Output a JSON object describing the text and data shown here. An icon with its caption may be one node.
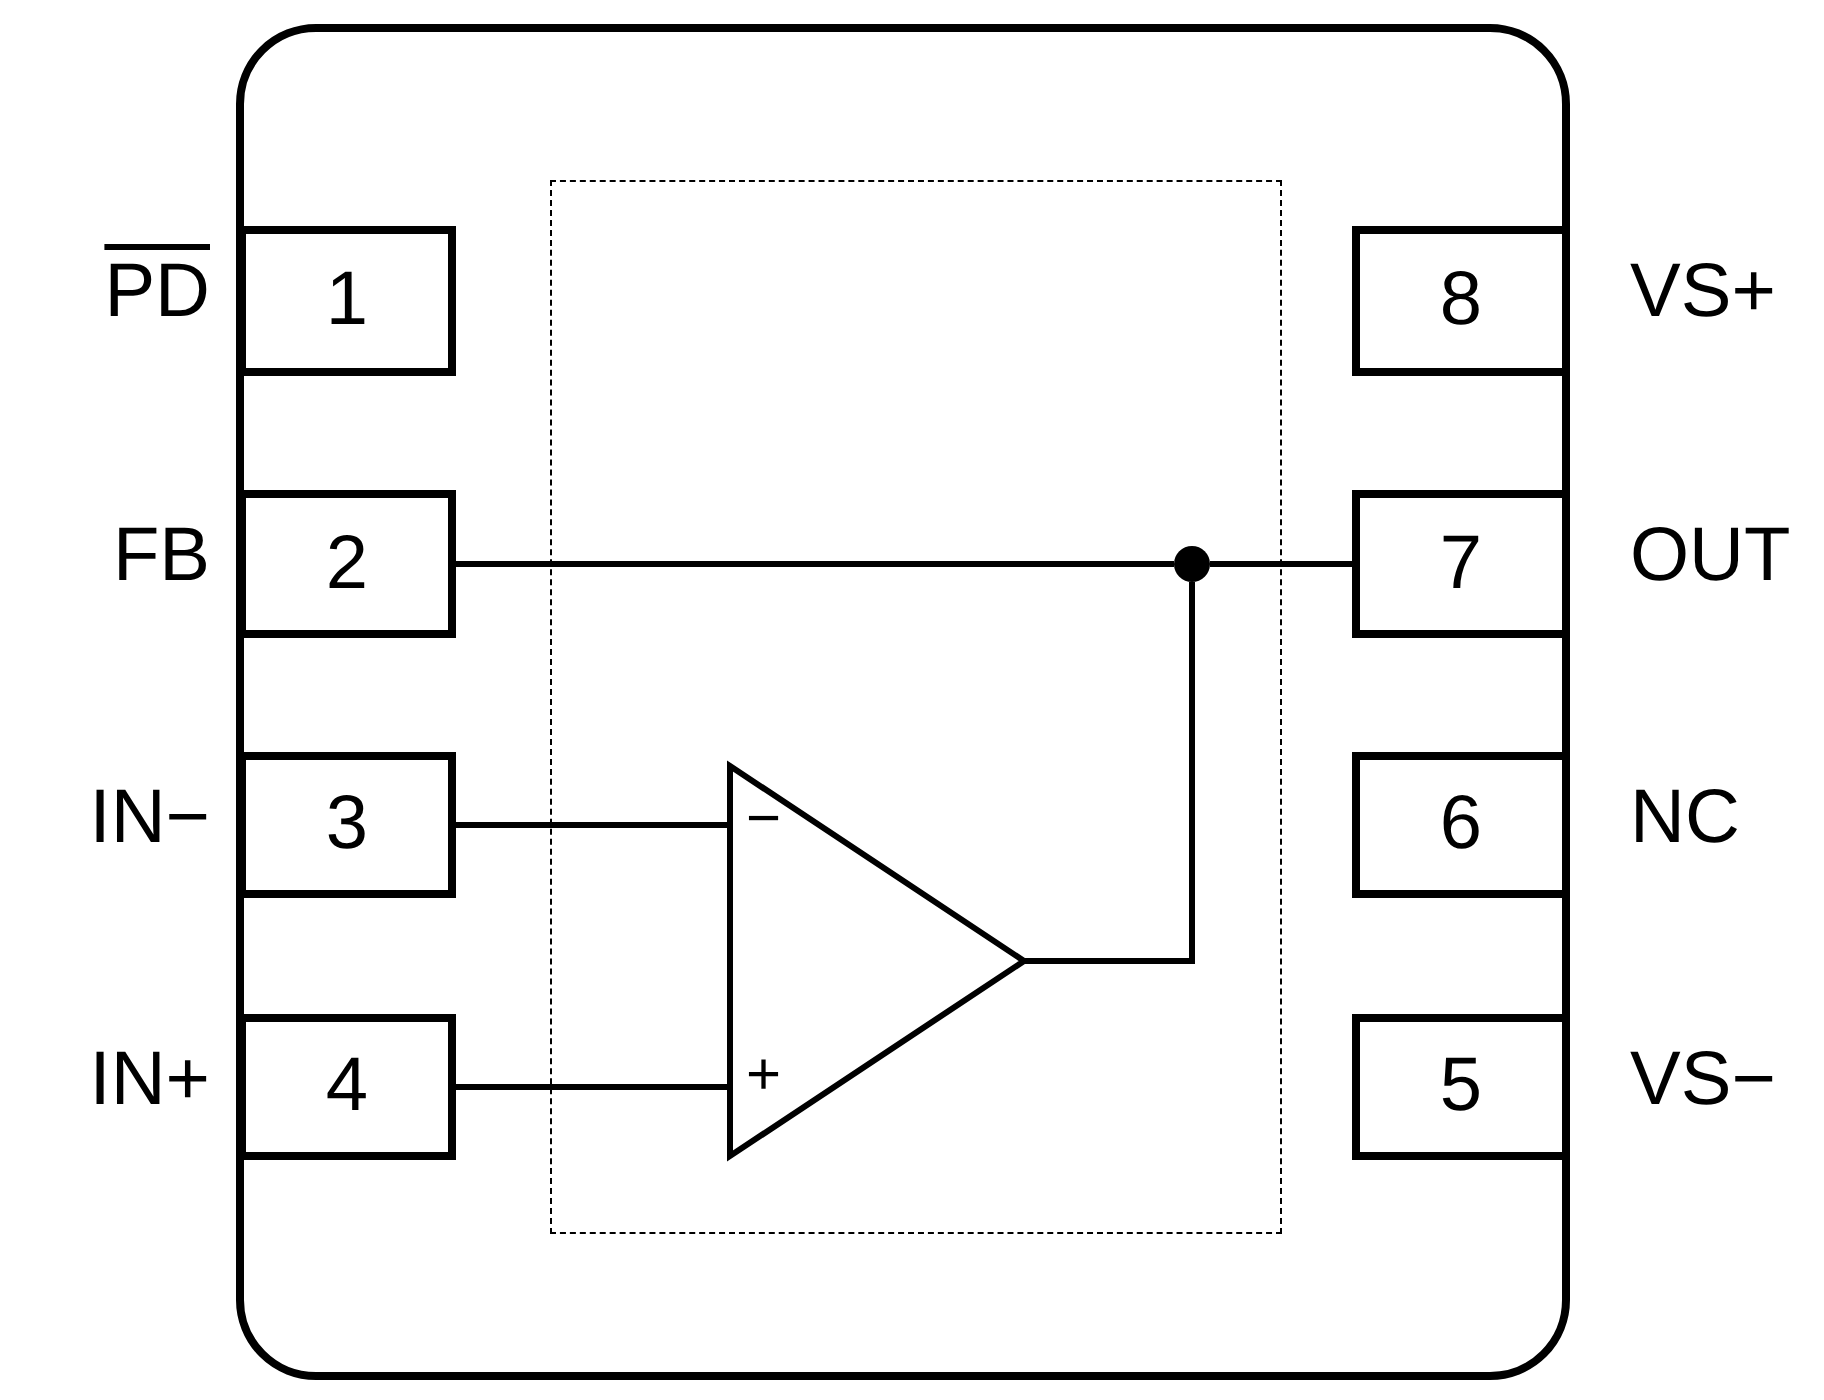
{
  "diagram": {
    "nodes": [
      {
        "text": [],
        "shape": "box"
      },
      {
        "text": [],
        "shape": "box",
        "in": 0
      },
      {
        "text": [
          "1"
        ],
        "beside": [
          "PD"
        ],
        "in": 0
      },
      {
        "text": [
          "8"
        ],
        "beside": [
          "VS+"
        ],
        "in": 0
      },
      {
        "text": [
          "2"
        ],
        "beside": [
          "FB"
        ],
        "in": 0
      },
      {
        "text": [
          "7"
        ],
        "beside": [
          "OUT"
        ],
        "in": 0
      },
      {
        "text": [
          "3"
        ],
        "beside": [
          "IN−"
        ],
        "in": 0
      },
      {
        "text": [
          "6"
        ],
        "beside": [
          "NC"
        ],
        "in": 0
      },
      {
        "text": [
          "4"
        ],
        "beside": [
          "IN+"
        ],
        "in": 0
      },
      {
        "text": [
          "5"
        ],
        "beside": [
          "VS−"
        ],
        "in": 0
      },
      {
        "text": [],
        "shape": "circle",
        "in": 1
      },
      {
        "text": [
          "−",
          "+"
        ],
        "in": 1
      }
    ],
    "edges": [
      {
        "from": 4,
        "to": 10,
        "arrow": "none"
      },
      {
        "from": 10,
        "to": 5,
        "arrow": "none"
      },
      {
        "from": 6,
        "to": 11,
        "arrow": "none"
      },
      {
        "from": 8,
        "to": 11,
        "arrow": "none"
      },
      {
        "from": 11,
        "to": 10,
        "arrow": "none"
      }
    ]
  }
}
